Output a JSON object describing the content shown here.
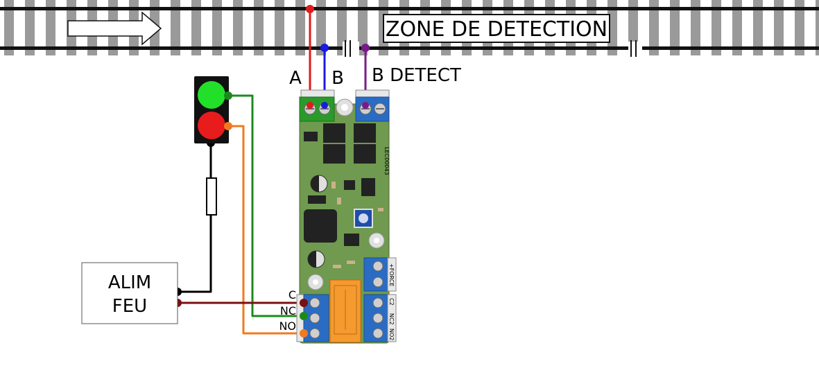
{
  "track": {
    "zone_label": "ZONE DE DETECTION",
    "direction": "right"
  },
  "wires": {
    "a_label": "A",
    "b_label": "B",
    "b_detect_label": "B DETECT",
    "colors": {
      "a": "#e01b1b",
      "b": "#1a1ae0",
      "b_detect": "#7a1a8a",
      "green": "#1b8a1b",
      "orange": "#f07a20",
      "dark_red": "#7a1010",
      "black": "#000000"
    }
  },
  "power_supply": {
    "line1": "ALIM",
    "line2": "FEU"
  },
  "relay_terminals": {
    "c": "C",
    "nc": "NC",
    "no": "NO"
  },
  "signal": {
    "top_lamp_color": "#22e02a",
    "bottom_lamp_color": "#e81c1c"
  },
  "board": {
    "pcb_color": "#6f9a4f",
    "id_text": "LEC00043",
    "silk_force": "+FORCE",
    "silk_c2": "C2",
    "silk_nc2": "NC2",
    "silk_no2": "NO2"
  }
}
